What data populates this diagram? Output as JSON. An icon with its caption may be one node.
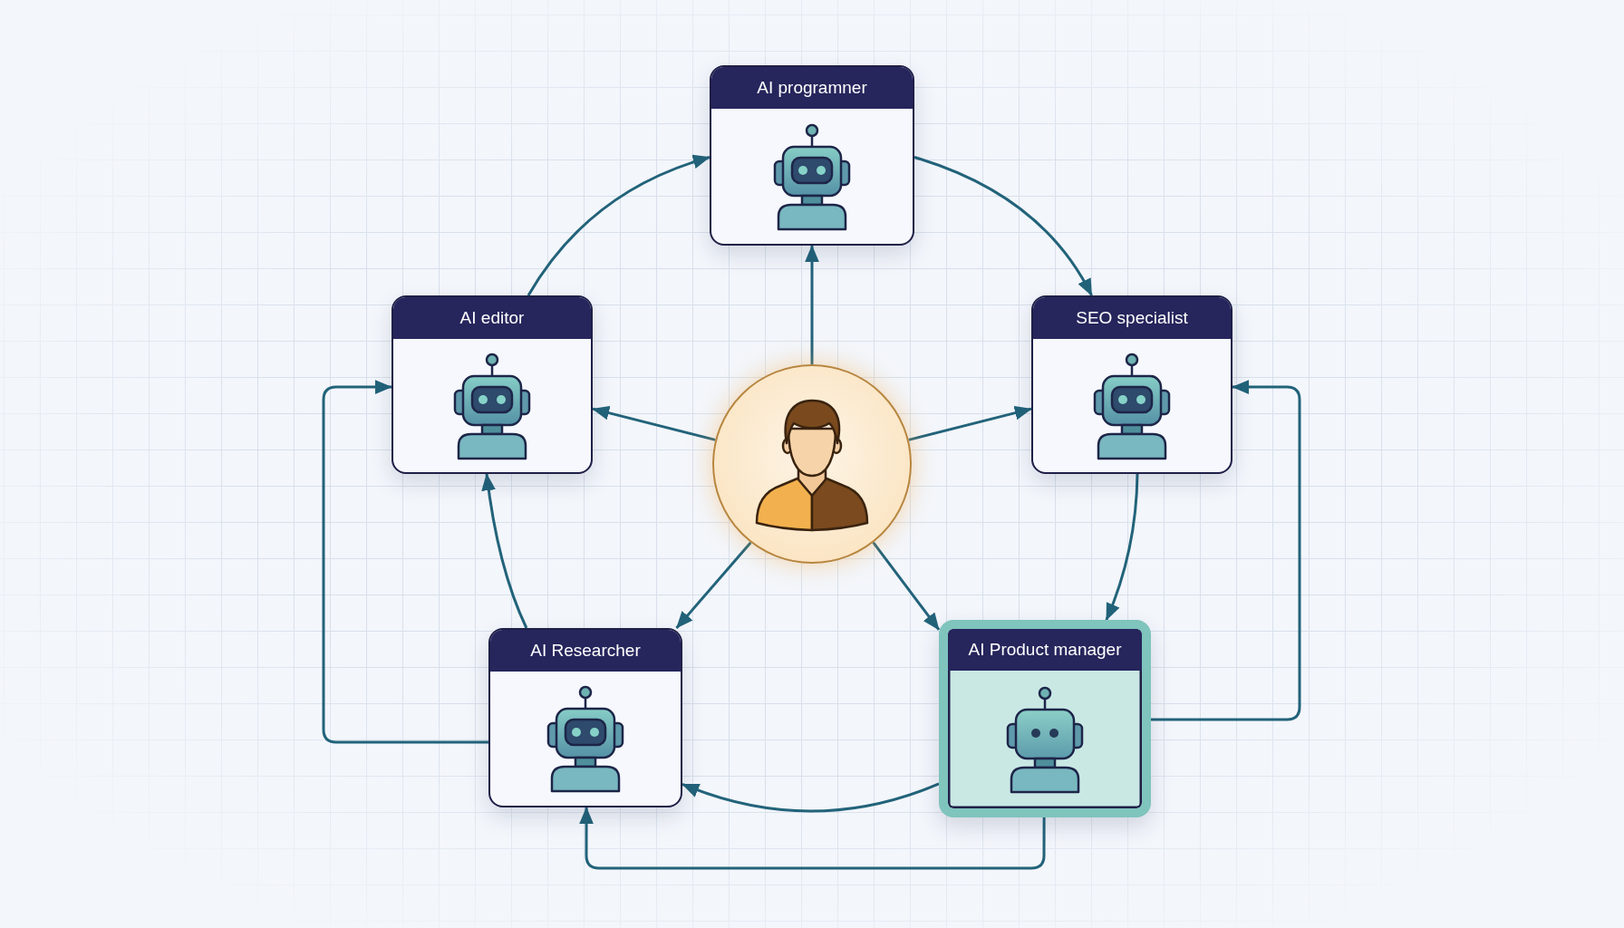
{
  "diagram": {
    "nodes": [
      {
        "text": [
          "AI programner"
        ]
      },
      {
        "text": [
          "AI editor"
        ]
      },
      {
        "text": [],
        "shape": "person"
      },
      {
        "text": [
          "SEO specialist"
        ]
      },
      {
        "text": [
          "AI Researcher"
        ]
      },
      {
        "text": [
          "AI Product manager"
        ]
      }
    ],
    "edges": [
      {
        "from": 2,
        "to": 0,
        "arrow": "to"
      },
      {
        "from": 2,
        "to": 1,
        "arrow": "to"
      },
      {
        "from": 2,
        "to": 3,
        "arrow": "to"
      },
      {
        "from": 2,
        "to": 4,
        "arrow": "to"
      },
      {
        "from": 2,
        "to": 5,
        "arrow": "to"
      },
      {
        "from": 1,
        "to": 0,
        "arrow": "to"
      },
      {
        "from": 0,
        "to": 3,
        "arrow": "to"
      },
      {
        "from": 3,
        "to": 5,
        "arrow": "to"
      },
      {
        "from": 5,
        "to": 4,
        "arrow": "to"
      },
      {
        "from": 4,
        "to": 1,
        "arrow": "to"
      },
      {
        "from": 4,
        "to": 1,
        "arrow": "to"
      },
      {
        "from": 5,
        "to": 3,
        "arrow": "to"
      },
      {
        "from": 5,
        "to": 4,
        "arrow": "to"
      }
    ]
  }
}
